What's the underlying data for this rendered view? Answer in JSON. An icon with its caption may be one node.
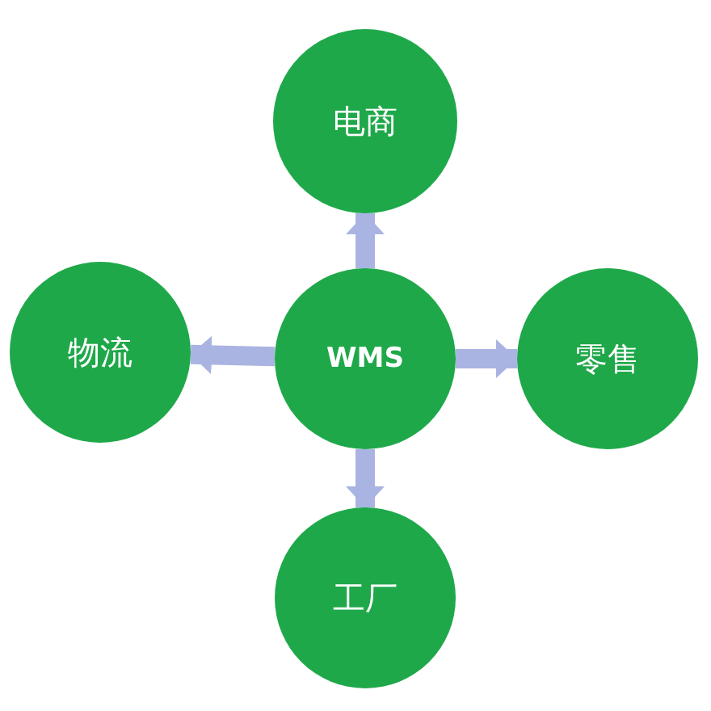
{
  "diagram": {
    "nodes": [
      {
        "text": [
          "WMS"
        ]
      },
      {
        "text": [
          "电商"
        ]
      },
      {
        "text": [
          "物流"
        ]
      },
      {
        "text": [
          "零售"
        ]
      },
      {
        "text": [
          "工厂"
        ]
      }
    ],
    "edges": [
      {
        "from": 0,
        "to": 1,
        "arrow": "to"
      },
      {
        "from": 0,
        "to": 2,
        "arrow": "to"
      },
      {
        "from": 0,
        "to": 3,
        "arrow": "to"
      },
      {
        "from": 0,
        "to": 4,
        "arrow": "to"
      }
    ]
  }
}
